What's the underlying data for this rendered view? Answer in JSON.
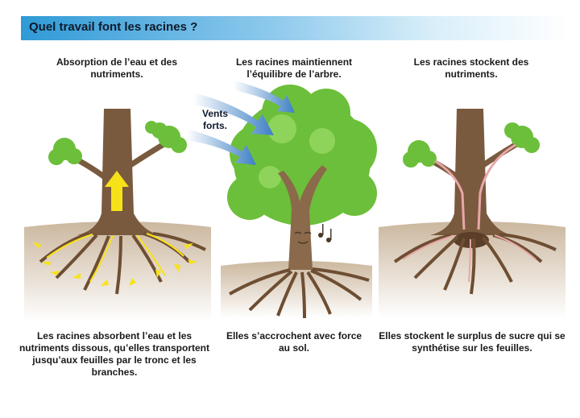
{
  "title": "Quel travail font les racines ?",
  "panels": [
    {
      "top_caption_line1": "Absorption de l’eau et des",
      "top_caption_line2": "nutriments.",
      "bottom_caption_line1": "Les racines absorbent l’eau et les",
      "bottom_caption_line2": "nutriments dissous, qu’elles transportent",
      "bottom_caption_line3": "jusqu’aux feuilles par le tronc et les",
      "bottom_caption_line4": "branches."
    },
    {
      "top_caption_line1": "Les racines maintiennent",
      "top_caption_line2": "l’équilibre de l’arbre.",
      "wind_label_line1": "Vents",
      "wind_label_line2": "forts.",
      "bottom_caption_line1": "Elles s’accrochent avec force",
      "bottom_caption_line2": "au sol."
    },
    {
      "top_caption_line1": "Les racines stockent des",
      "top_caption_line2": "nutriments.",
      "bottom_caption_line1": "Elles stockent le surplus de sucre qui se",
      "bottom_caption_line2": "synthétise sur les feuilles."
    }
  ],
  "colors": {
    "title_bar": "#2f9ad6",
    "trunk": "#7a5a3e",
    "soil": "#c9b49a",
    "leaves": "#6cbf3a",
    "water_arrows": "#f7e21a",
    "wind_arrows": "#3d7fc4",
    "sugar_flow": "#e8a7a7"
  }
}
